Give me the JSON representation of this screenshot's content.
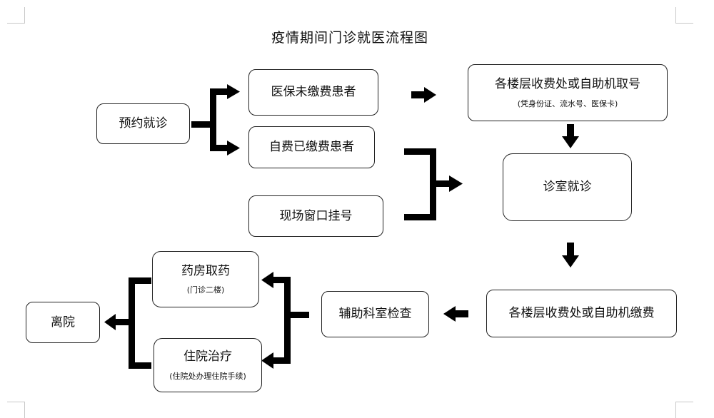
{
  "title": "疫情期间门诊就医流程图",
  "nodes": {
    "appointment": "预约就诊",
    "insured_unpaid": "医保未缴费患者",
    "self_paid": "自费已缴费患者",
    "onsite_register": "现场窗口挂号",
    "get_number": "各楼层收费处或自助机取号",
    "get_number_note": "(凭身份证、流水号、医保卡)",
    "consultation": "诊室就诊",
    "pay": "各楼层收费处或自助机缴费",
    "auxiliary_check": "辅助科室检查",
    "pharmacy": "药房取药",
    "pharmacy_note": "(门诊二楼)",
    "hospitalization": "住院治疗",
    "hospitalization_note": "(住院处办理住院手续)",
    "leave": "离院"
  }
}
